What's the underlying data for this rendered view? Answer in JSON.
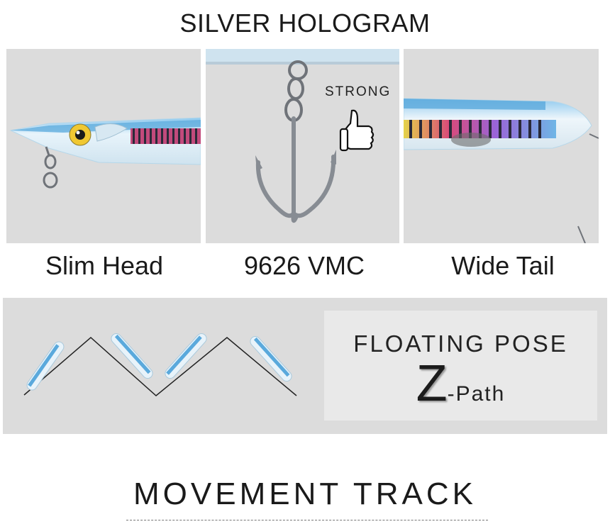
{
  "header": {
    "title": "SILVER HOLOGRAM"
  },
  "features": [
    {
      "caption": "Slim Head"
    },
    {
      "caption": "9626 VMC",
      "badge": "STRONG"
    },
    {
      "caption": "Wide Tail"
    }
  ],
  "movement": {
    "pose_title": "FLOATING POSE",
    "z_letter": "Z",
    "z_suffix": "-Path"
  },
  "footer": {
    "title": "MOVEMENT TRACK"
  },
  "colors": {
    "panel_background": "#dcdcdc",
    "pose_box_background": "#e9e9e9",
    "lure_blue": "#6fb6e6",
    "hologram_pink": "#d94a7a",
    "hook_steel": "#8a8f96"
  },
  "icons": [
    "thumbs-up-icon",
    "treble-hook-icon",
    "split-ring-icon",
    "lure-eye-icon"
  ]
}
